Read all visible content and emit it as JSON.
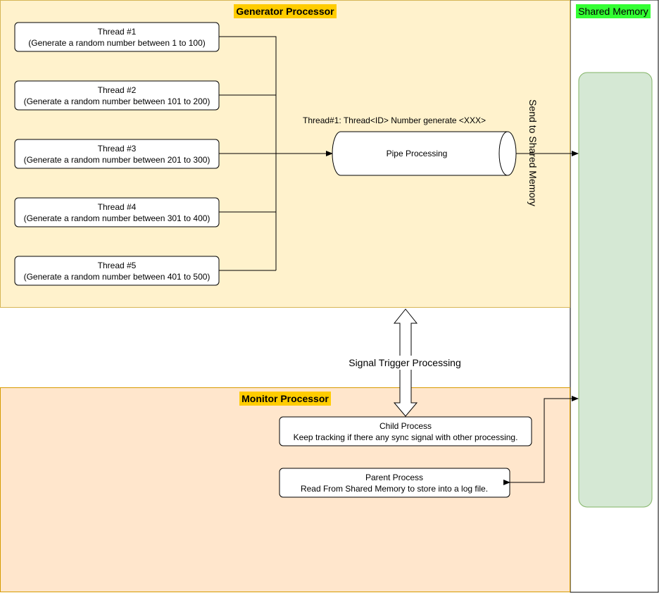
{
  "generator": {
    "title": "Generator Processor",
    "threads": [
      {
        "name": "Thread #1",
        "desc": "(Generate a random number between 1 to 100)"
      },
      {
        "name": "Thread #2",
        "desc": "(Generate a random number between 101 to 200)"
      },
      {
        "name": "Thread #3",
        "desc": "(Generate a random number between 201 to 300)"
      },
      {
        "name": "Thread #4",
        "desc": "(Generate a random number between 301 to 400)"
      },
      {
        "name": "Thread #5",
        "desc": "(Generate a random number between 401 to 500)"
      }
    ],
    "pipe_label": "Thread#1: Thread<ID> Number generate <XXX>",
    "pipe_text": "Pipe Processing",
    "send_label": "Send to Shared Memory"
  },
  "shared_memory": {
    "title": "Shared Memory"
  },
  "signal_label": "Signal Trigger Processing",
  "monitor": {
    "title": "Monitor Processor",
    "child": {
      "name": "Child Process",
      "desc": "Keep tracking if there any sync signal with other processing."
    },
    "parent": {
      "name": "Parent Process",
      "desc": "Read From Shared Memory to store into a log file."
    }
  },
  "colors": {
    "generator_bg": "#fff2cc",
    "generator_border": "#d6b656",
    "monitor_bg": "#ffe6cc",
    "monitor_border": "#d79b00",
    "title_highlight": "#ffcc00",
    "shared_highlight": "#33ff33",
    "memory_block": "#d5e8d4",
    "memory_block_border": "#82b366"
  }
}
